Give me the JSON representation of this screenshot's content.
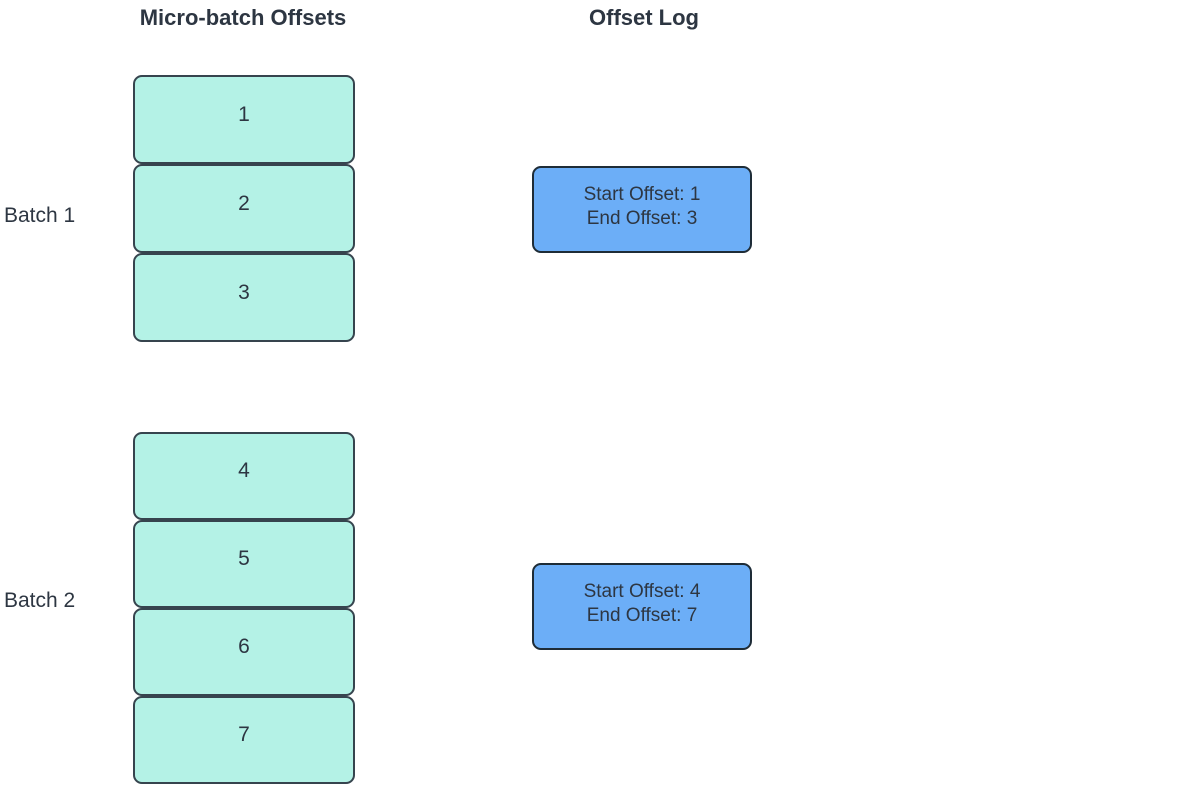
{
  "titles": {
    "micro_batch": "Micro-batch Offsets",
    "offset_log": "Offset Log"
  },
  "batches": [
    {
      "label": "Batch 1",
      "offsets": [
        "1",
        "2",
        "3"
      ],
      "log": {
        "start": "Start Offset: 1",
        "end": "End Offset: 3"
      }
    },
    {
      "label": "Batch 2",
      "offsets": [
        "4",
        "5",
        "6",
        "7"
      ],
      "log": {
        "start": "Start Offset: 4",
        "end": "End Offset: 7"
      }
    }
  ],
  "colors": {
    "offset_box_fill": "#b4f2e6",
    "offset_box_border": "#36444e",
    "log_box_fill": "#6caef7",
    "log_box_border": "#1e2c37",
    "text": "#2d3642",
    "background": "#ffffff"
  }
}
